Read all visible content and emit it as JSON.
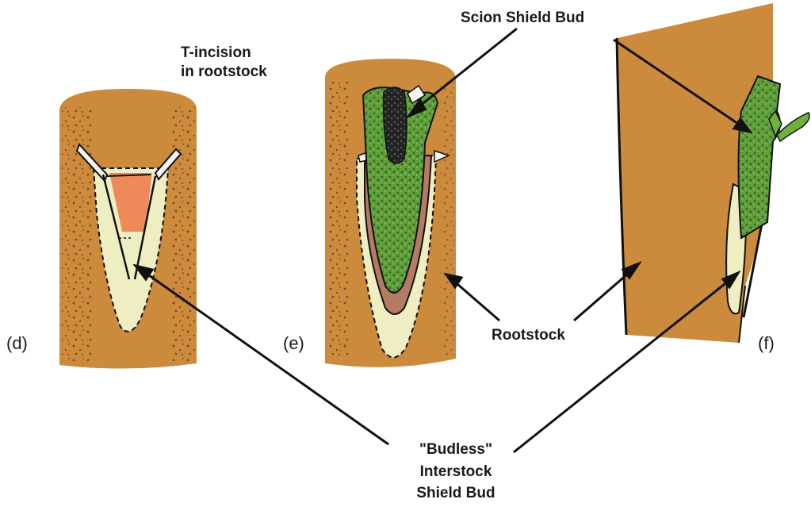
{
  "labels": {
    "scion_shield_bud": "Scion Shield Bud",
    "t_incision_line1": "T-incision",
    "t_incision_line2": "in rootstock",
    "rootstock": "Rootstock",
    "budless_line1": "\"Budless\"",
    "budless_line2": "Interstock",
    "budless_line3": "Shield Bud"
  },
  "panels": {
    "d": "(d)",
    "e": "(e)",
    "f": "(f)"
  },
  "colors": {
    "bark": "#cc8a3c",
    "bud_green": "#5f9e3a",
    "bud_green_dark": "#2f5f1c",
    "interstock_cream": "#eeeec2",
    "incision_orange": "#ee8a5a",
    "cambium_brown": "#b57a62",
    "ink": "#111111"
  }
}
